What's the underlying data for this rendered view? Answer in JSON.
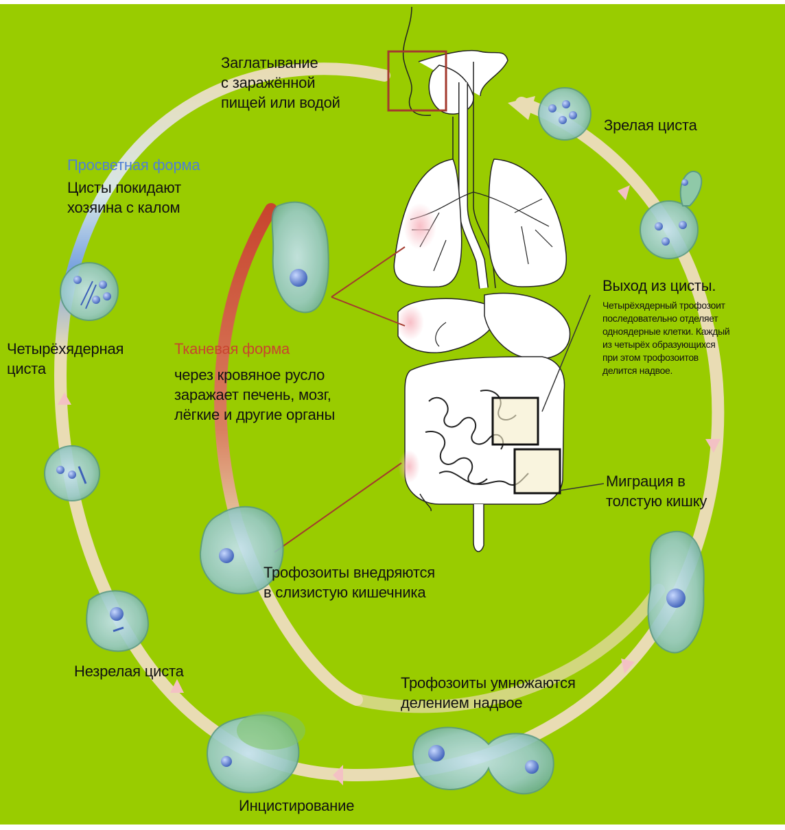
{
  "diagram": {
    "colors": {
      "background": "#99cc00",
      "cycle_ring": "#e9dcb4",
      "lumen_cyst_color": "#4f7fd6",
      "tissue_form_color": "#c8452e",
      "cell_fill": "#8fc9c4",
      "organ_fill": "#ffffff",
      "callout_red": "#a33a2e",
      "arrow_pink": "#f3c1c4"
    },
    "labels": {
      "ingestion": [
        "Заглатывание",
        "с заражённой",
        "пищей или водой"
      ],
      "mature_cyst": "Зрелая циста",
      "lumen_form": "Просветная форма",
      "cysts_leave": [
        "Цисты покидают",
        "хозяина с калом"
      ],
      "excystation_title": "Выход из цисты.",
      "excystation_desc": [
        "Четырёхядерный трофозоит",
        "последовательно отделяет",
        "одноядерные клетки. Каждый",
        "из четырёх образующихся",
        "при этом трофозоитов",
        "делится надвое."
      ],
      "four_nucleus_cyst": [
        "Четырёхядерная",
        "циста"
      ],
      "tissue_form": "Тканевая форма",
      "tissue_desc": [
        "через кровяное русло",
        "заражает печень, мозг,",
        "лёгкие и другие органы"
      ],
      "migration": [
        "Миграция в",
        "толстую кишку"
      ],
      "invasion": [
        "Трофозоиты внедряются",
        "в слизистую кишечника"
      ],
      "immature_cyst": "Незрелая циста",
      "multiply": [
        "Трофозоиты умножаются",
        "делением надвое"
      ],
      "encystation": "Инцистирование"
    },
    "icons": [
      "cyst-icon",
      "trophozoite-icon",
      "cycle-arrow-icon",
      "digestive-system-illustration"
    ]
  }
}
